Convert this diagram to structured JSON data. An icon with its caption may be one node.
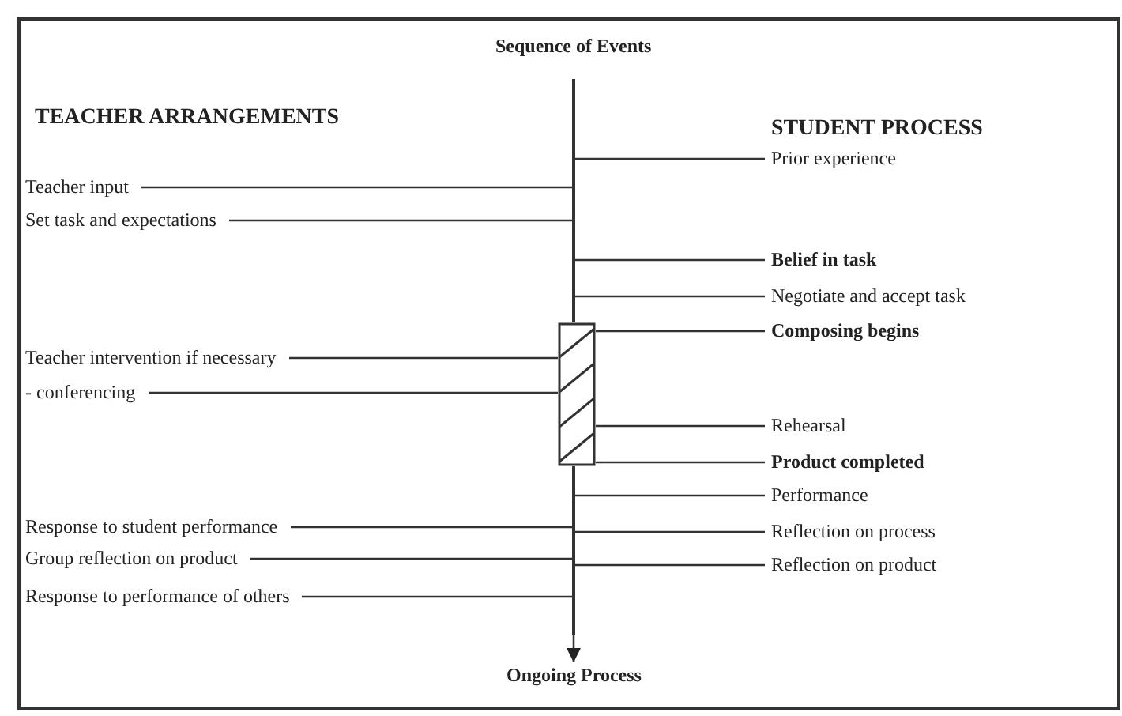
{
  "diagram": {
    "nodes": [
      {
        "text": [
          "Sequence of Events"
        ]
      },
      {
        "text": [],
        "shape": "bar"
      },
      {
        "text": [
          "Prior experience"
        ]
      },
      {
        "text": [
          "Teacher input"
        ]
      },
      {
        "text": [
          "Set task and expectations"
        ]
      },
      {
        "text": [
          "Belief in task"
        ]
      },
      {
        "text": [
          "Negotiate and accept task"
        ]
      },
      {
        "text": [],
        "shape": "box"
      },
      {
        "text": [
          "Composing begins"
        ]
      },
      {
        "text": [
          "Teacher intervention if necessary"
        ]
      },
      {
        "text": [
          "- conferencing"
        ]
      },
      {
        "text": [
          "Rehearsal"
        ]
      },
      {
        "text": [
          "Product completed"
        ]
      },
      {
        "text": [
          "Performance"
        ]
      },
      {
        "text": [
          "Response to student performance"
        ]
      },
      {
        "text": [
          "Reflection on process"
        ]
      },
      {
        "text": [
          "Group reflection on product"
        ]
      },
      {
        "text": [
          "Reflection on product"
        ]
      },
      {
        "text": [
          "Response to performance of others"
        ]
      },
      {
        "text": [
          "Ongoing Process"
        ]
      }
    ],
    "edges": [
      {
        "from": 1,
        "to": 2,
        "arrow": "none"
      },
      {
        "from": 3,
        "to": 1,
        "arrow": "none"
      },
      {
        "from": 4,
        "to": 1,
        "arrow": "none"
      },
      {
        "from": 1,
        "to": 5,
        "arrow": "none"
      },
      {
        "from": 1,
        "to": 6,
        "arrow": "none"
      },
      {
        "from": 7,
        "to": 8,
        "arrow": "none"
      },
      {
        "from": 9,
        "to": 7,
        "arrow": "none"
      },
      {
        "from": 10,
        "to": 7,
        "arrow": "none"
      },
      {
        "from": 7,
        "to": 11,
        "arrow": "none"
      },
      {
        "from": 7,
        "to": 12,
        "arrow": "none"
      },
      {
        "from": 1,
        "to": 13,
        "arrow": "none"
      },
      {
        "from": 14,
        "to": 1,
        "arrow": "none"
      },
      {
        "from": 1,
        "to": 15,
        "arrow": "none"
      },
      {
        "from": 16,
        "to": 1,
        "arrow": "none"
      },
      {
        "from": 1,
        "to": 17,
        "arrow": "none"
      },
      {
        "from": 18,
        "to": 1,
        "arrow": "none"
      },
      {
        "from": 1,
        "to": 19,
        "arrow": "to"
      }
    ],
    "labels": [
      "TEACHER ARRANGEMENTS",
      "STUDENT PROCESS"
    ]
  }
}
